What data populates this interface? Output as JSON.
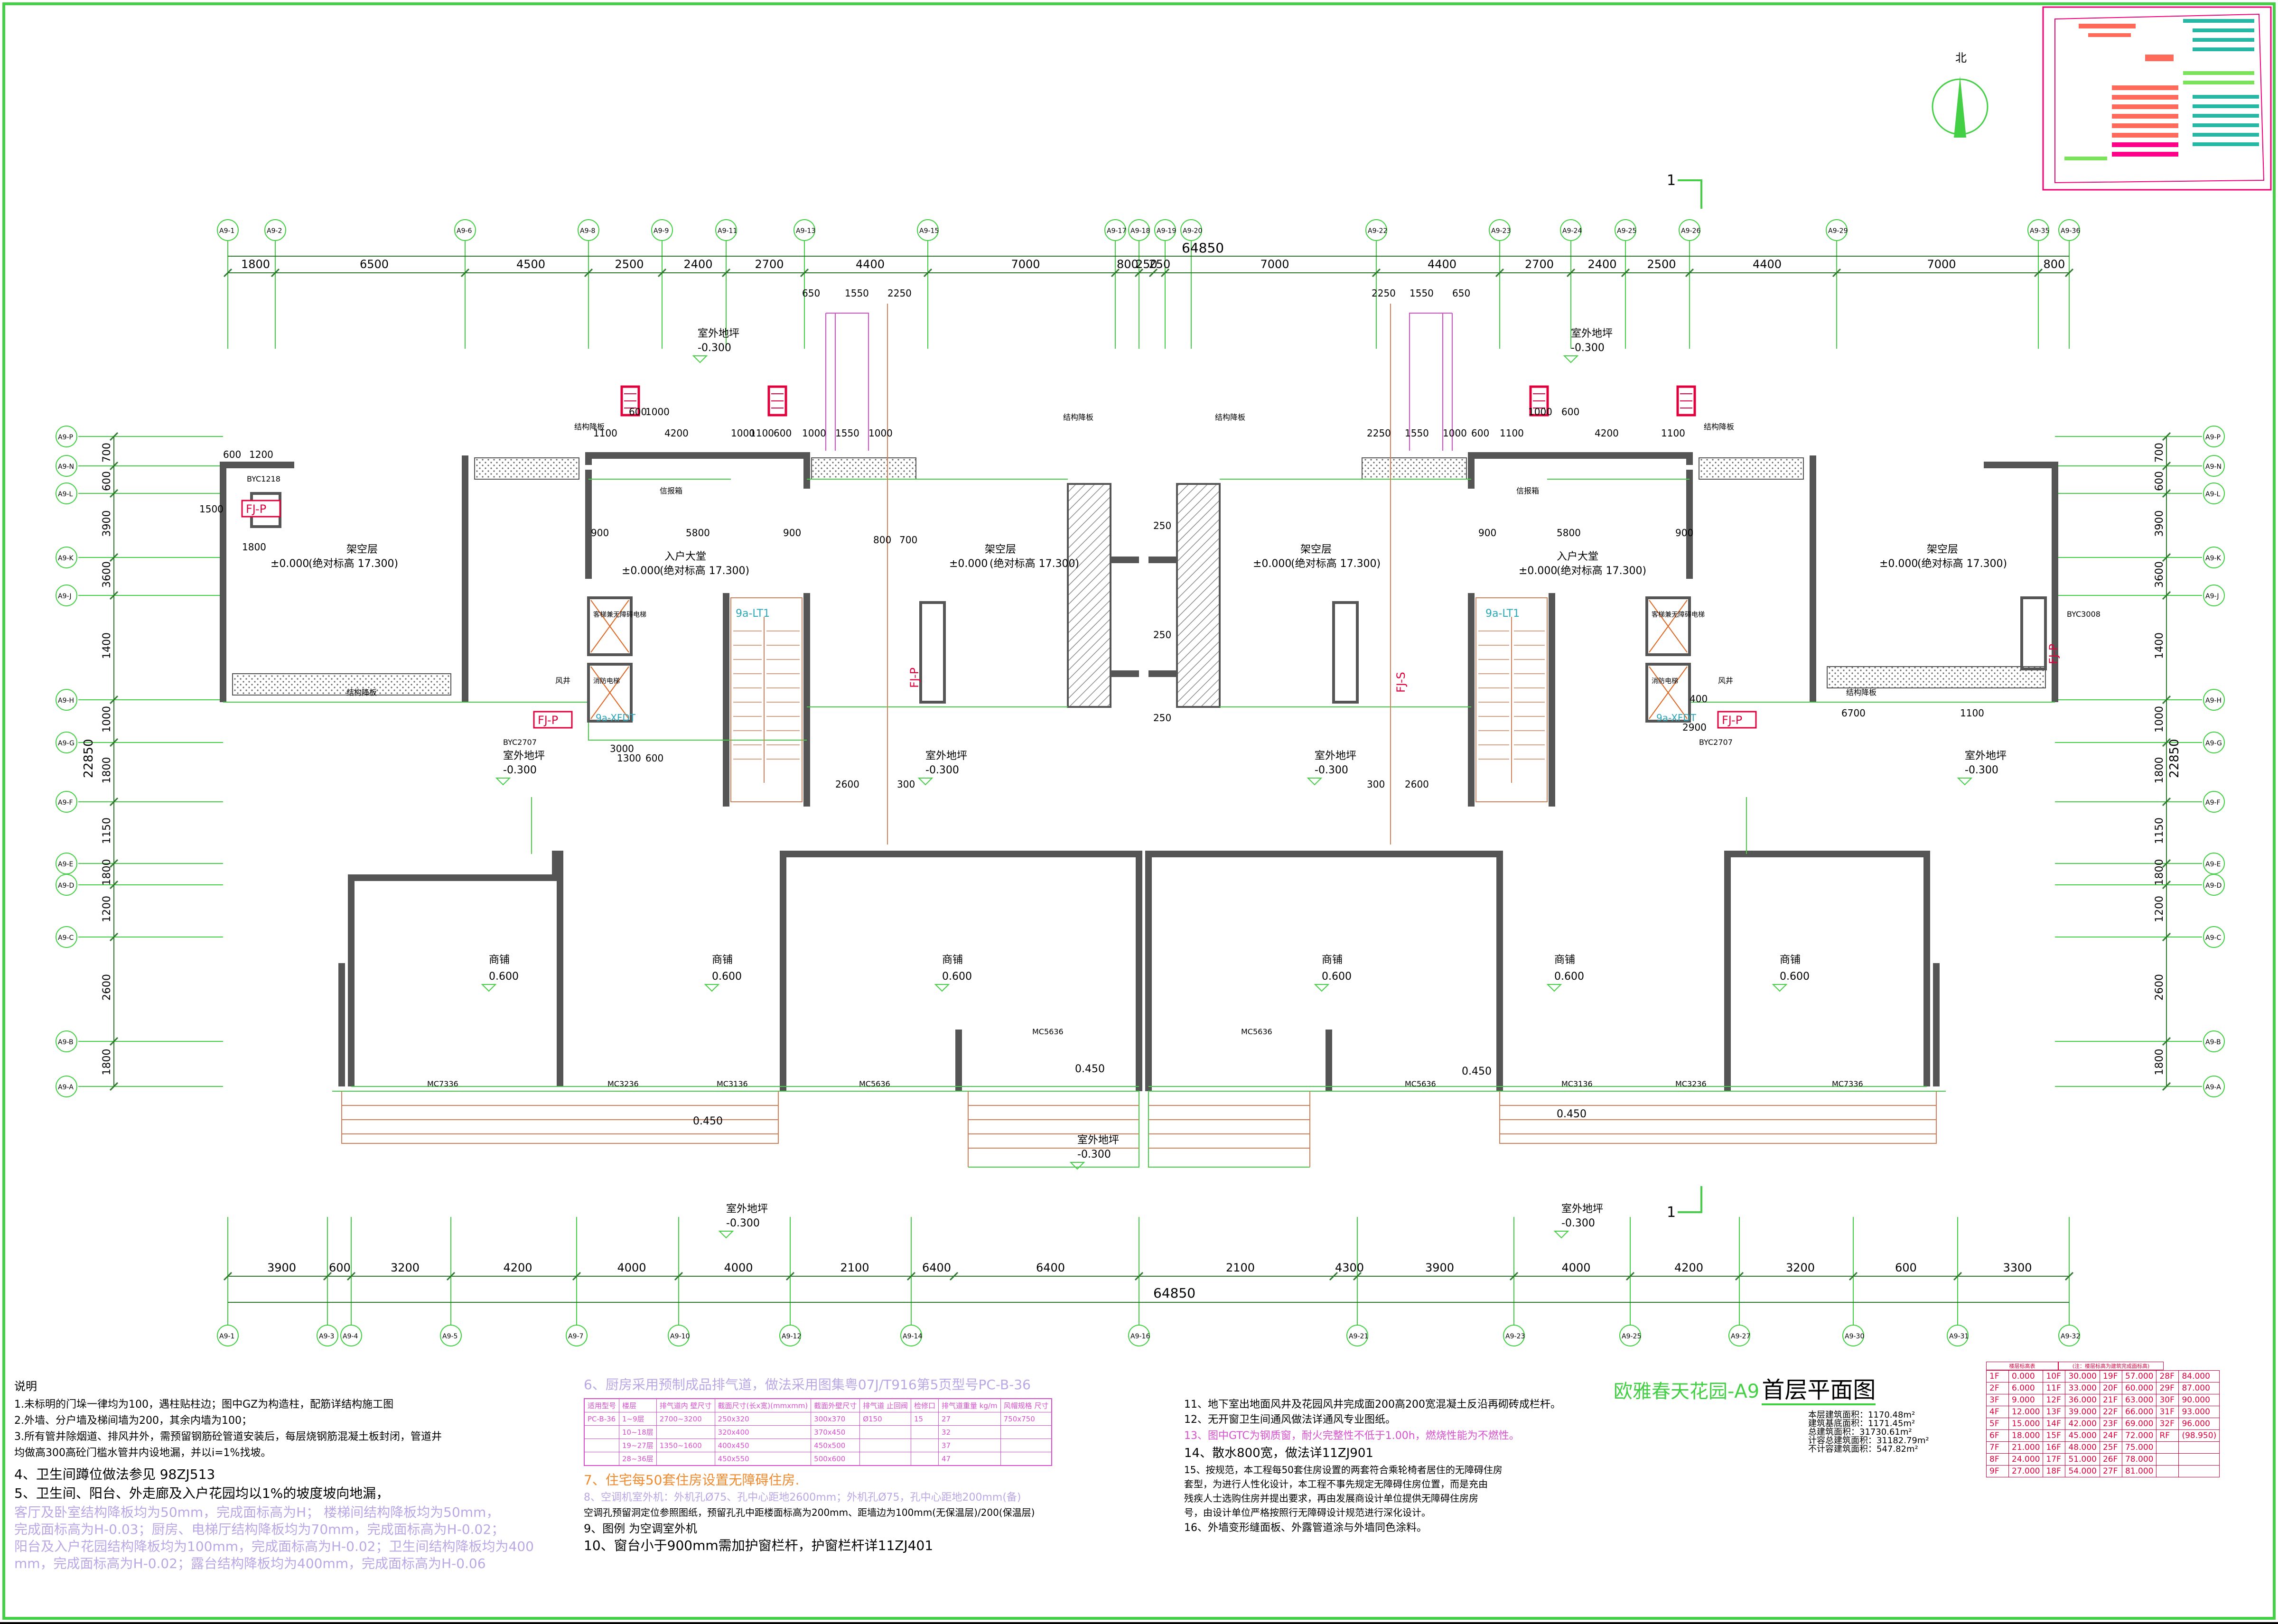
{
  "title": {
    "project": "欧雅春天花园-A9",
    "drawing": "首层平面图"
  },
  "north": "北",
  "section_marks": [
    "1",
    "1"
  ],
  "overall_dim": "64850",
  "top_axes": [
    "A9-1",
    "A9-2",
    "A9-6",
    "A9-8",
    "A9-9",
    "A9-11",
    "A9-13",
    "A9-15",
    "A9-17",
    "A9-18",
    "A9-19",
    "A9-20",
    "A9-22",
    "A9-23",
    "A9-24",
    "A9-25",
    "A9-26",
    "A9-29",
    "A9-35",
    "A9-36"
  ],
  "top_dims": [
    "1800",
    "6500",
    "4500",
    "2500",
    "2400",
    "2700",
    "4400",
    "7000",
    "800",
    "250",
    "250",
    "7000",
    "4400",
    "2700",
    "2400",
    "2500",
    "4400",
    "7000",
    "800"
  ],
  "bottom_axes": [
    "A9-1",
    "A9-3",
    "A9-4",
    "A9-5",
    "A9-7",
    "A9-10",
    "A9-12",
    "A9-14",
    "A9-16",
    "A9-21",
    "A9-23",
    "A9-25",
    "A9-27",
    "A9-30",
    "A9-31",
    "A9-32"
  ],
  "bottom_dims": [
    "3900",
    "600",
    "3200",
    "4200",
    "4000",
    "4000",
    "2100",
    "6400",
    "6400",
    "2100",
    "4300",
    "3900",
    "4000",
    "4200",
    "3200",
    "600",
    "3300"
  ],
  "left_axes": [
    "A9-P",
    "A9-N",
    "A9-L",
    "A9-K",
    "A9-J",
    "A9-H",
    "A9-G",
    "A9-F",
    "A9-E",
    "A9-D",
    "A9-C",
    "A9-B",
    "A9-A"
  ],
  "side_dims": [
    "700",
    "600",
    "3900",
    "3600",
    "1400",
    "1000",
    "1800",
    "1150",
    "1800",
    "1200",
    "2600",
    "1800"
  ],
  "side_total": "22850",
  "areas": [
    {
      "name": "架空层",
      "level": "±0.000",
      "note": "(绝对标高 17.300)"
    },
    {
      "name": "入户大堂",
      "level": "±0.000",
      "note": "(绝对标高 17.300)"
    },
    {
      "name": "商铺",
      "level": "0.600"
    },
    {
      "name": "室外地坪",
      "level": "-0.300"
    }
  ],
  "tags": [
    "FJ-P",
    "FJ-S",
    "9a-LT1",
    "9a-XFDT",
    "MC3136",
    "MC5636",
    "MC7336",
    "MC3236",
    "BYC1218",
    "BYC2707",
    "BYC3008",
    "信报箱",
    "客梯兼无障碍电梯",
    "消防电梯",
    "风井",
    "结构降板",
    "0.450",
    "-0.300",
    "0.600"
  ],
  "stats": [
    {
      "label": "本层建筑面积",
      "value": "1170.48m²"
    },
    {
      "label": "建筑基底面积",
      "value": "1171.45m²"
    },
    {
      "label": "总建筑面积",
      "value": "31730.61m²"
    },
    {
      "label": "计容总建筑面积",
      "value": "31182.79m²"
    },
    {
      "label": "不计容建筑面积",
      "value": "547.82m²"
    }
  ],
  "notes_left": {
    "heading": "说明",
    "lines": [
      "1.未标明的门垛一律均为100，遇柱贴柱边；图中GZ为构造柱，配筋详结构施工图",
      "2.外墙、分户墙及梯间墙为200，其余内墙为100；",
      "3.所有管井除烟道、排风井外，需预留钢筋砼管道安装后，每层烧钢筋混凝土板封闭，管道井",
      "  均做高300高砼门槛水管井内设地漏，并以i=1%找坡。",
      "4、卫生间蹲位做法参见    98ZJ513",
      "5、卫生间、阳台、外走廊及入户花园均以1%的坡度坡向地漏，",
      "   客厅及卧室结构降板均为50mm，完成面标高为H；         楼梯间结构降板均为50mm，",
      "   完成面标高为H-0.03；厨房、电梯厅结构降板均为70mm，完成面标高为H-0.02；",
      "   阳台及入户花园结构降板均为100mm，完成面标高为H-0.02；卫生间结构降板均为400",
      "   mm，完成面标高为H-0.02；露台结构降板均为400mm，完成面标高为H-0.06"
    ]
  },
  "notes_mid": {
    "item6": "6、厨房采用预制成品排气道，做法采用图集粤07J/T916第5页型号PC-B-36",
    "table_headers": [
      "适用型号",
      "楼层",
      "排气道内 壁尺寸",
      "截面尺寸(长x宽)(mmxmm)",
      "截面外壁尺寸",
      "排气道 止回阀",
      "检修口",
      "排气道重量 kg/m",
      "风帽规格 尺寸"
    ],
    "table_rows": [
      [
        "PC-B-36",
        "1~9层",
        "2700~3200",
        "250x320",
        "300x370",
        "Ø150",
        "15",
        "27",
        "750x750"
      ],
      [
        "",
        "10~18层",
        "",
        "320x400",
        "370x450",
        "",
        "",
        "32",
        ""
      ],
      [
        "",
        "19~27层",
        "1350~1600",
        "400x450",
        "450x500",
        "",
        "",
        "37",
        ""
      ],
      [
        "",
        "28~36层",
        "",
        "450x550",
        "500x600",
        "",
        "",
        "47",
        ""
      ]
    ],
    "item7": "7、住宅每50套住房设置无障碍住房.",
    "item8": "8、空调机室外机：外机孔Ø75、孔中心距地2600mm；外机孔Ø75，孔中心距地200mm(备)",
    "item8b": "空调孔预留洞定位参照图纸，预留孔孔中距楼面标高为200mm、距墙边为100mm(无保温层)/200(保温层)",
    "item9": "9、图例         为空调室外机",
    "item10": "10、窗台小于900mm需加护窗栏杆，护窗栏杆详11ZJ401"
  },
  "notes_right": [
    "11、地下室出地面风井及花园风井完成面200高200宽混凝土反沿再砌砖成栏杆。",
    "12、无开窗卫生间通风做法详通风专业图纸。",
    "13、图中GTC为钢质窗，耐火完整性不低于1.00h，燃烧性能为不燃性。",
    "14、散水800宽，做法详11ZJ901",
    "15、按规范，本工程每50套住房设置的两套符合乘轮椅者居住的无障碍住房",
    "    套型，为进行人性化设计，本工程不事先规定无障碍住房位置，而是充由",
    "    残疾人士选购住房并提出要求，再由发展商设计单位提供无障碍住房房",
    "    号，由设计单位严格按照行无障碍设计规范进行深化设计。",
    "16、外墙变形缝面板、外露管道涂与外墙同色涂料。"
  ],
  "floor_table": {
    "title": "楼层标高表",
    "title2": "(注：楼层标高为建筑完成面标高)",
    "rows": [
      [
        "1F",
        "0.000",
        "10F",
        "30.000",
        "19F",
        "57.000",
        "28F",
        "84.000"
      ],
      [
        "2F",
        "6.000",
        "11F",
        "33.000",
        "20F",
        "60.000",
        "29F",
        "87.000"
      ],
      [
        "3F",
        "9.000",
        "12F",
        "36.000",
        "21F",
        "63.000",
        "30F",
        "90.000"
      ],
      [
        "4F",
        "12.000",
        "13F",
        "39.000",
        "22F",
        "66.000",
        "31F",
        "93.000"
      ],
      [
        "5F",
        "15.000",
        "14F",
        "42.000",
        "23F",
        "69.000",
        "32F",
        "96.000"
      ],
      [
        "6F",
        "18.000",
        "15F",
        "45.000",
        "24F",
        "72.000",
        "RF",
        "(98.950)"
      ],
      [
        "7F",
        "21.000",
        "16F",
        "48.000",
        "25F",
        "75.000",
        "",
        ""
      ],
      [
        "8F",
        "24.000",
        "17F",
        "51.000",
        "26F",
        "78.000",
        "",
        ""
      ],
      [
        "9F",
        "27.000",
        "18F",
        "54.000",
        "27F",
        "81.000",
        "",
        ""
      ]
    ]
  },
  "colors": {
    "frame": "#44d044",
    "wall": "#555555",
    "dim": "#2d7a2d",
    "text": "#000000",
    "pink": "#d94fd0",
    "red": "#e0003c",
    "orange": "#d4805a",
    "hatch": "#7d7d7d",
    "grid": "#9a9a9a"
  }
}
